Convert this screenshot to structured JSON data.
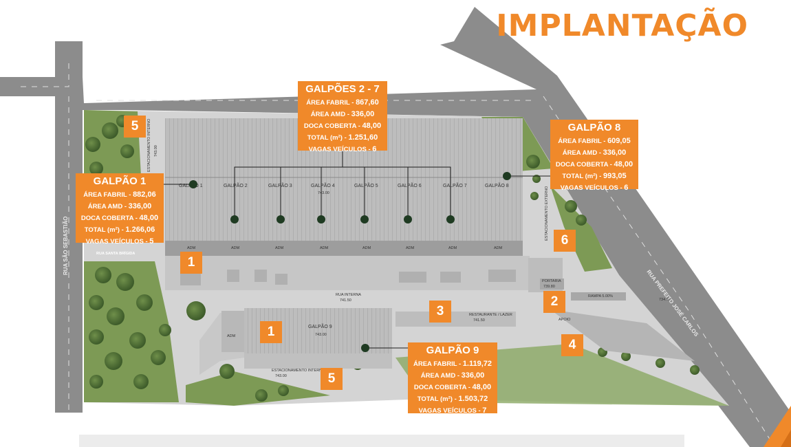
{
  "title": "IMPLANTAÇÃO",
  "streets": {
    "rua_sao_sebastiao": "RUA SÃO SEBASTIÃO",
    "rua_santa_brigida": "RUA SANTA BRÍGIDA",
    "rua_prefeito": "RUA PREFEITO JOSÉ CARLOS",
    "rua_interna": "RUA INTERNA",
    "rua_interna_level": "741.50"
  },
  "warehouse_labels": [
    "GALPÃO 1",
    "GALPÃO 2",
    "GALPÃO 3",
    "GALPÃO 4",
    "GALPÃO 5",
    "GALPÃO 6",
    "GALPÃO 7",
    "GALPÃO 8"
  ],
  "adm_label": "ADM",
  "galpao9_label": "GALPÃO 9",
  "levels": {
    "main": "743.00",
    "g9": "743.00",
    "top_left": "743.00",
    "g9_bottom": "743.00",
    "portaria": "739.80",
    "restaurant": "741.50",
    "right": "734.70"
  },
  "site_labels": {
    "estacionamento_interno": "ESTACIONAMENTO INTERNO",
    "estacionamento_externo": "ESTACIONAMENTO EXTERNO",
    "portaria": "PORTARIA",
    "restaurante": "RESTAURANTE / LAZER",
    "apoio": "APOIO",
    "rampa": "RAMPA 5.00%"
  },
  "info_boxes": {
    "galpoes_2_7": {
      "title": "GALPÕES 2 - 7",
      "rows": [
        {
          "label": "ÁREA FABRIL - ",
          "value": "867,60"
        },
        {
          "label": "ÁREA AMD - ",
          "value": "336,00"
        },
        {
          "label": "DOCA COBERTA - ",
          "value": "48,00"
        },
        {
          "label": "TOTAL (m²) - ",
          "value": "1.251,60"
        },
        {
          "label": "VAGAS VEÍCULOS - ",
          "value": "6"
        }
      ]
    },
    "galpao_1": {
      "title": "GALPÃO 1",
      "rows": [
        {
          "label": "ÁREA FABRIL - ",
          "value": "882,06"
        },
        {
          "label": "ÁREA AMD - ",
          "value": "336,00"
        },
        {
          "label": "DOCA COBERTA - ",
          "value": "48,00"
        },
        {
          "label": "TOTAL (m²) - ",
          "value": "1.266,06"
        },
        {
          "label": "VAGAS VEÍCULOS - ",
          "value": "5"
        }
      ]
    },
    "galpao_8": {
      "title": "GALPÃO 8",
      "rows": [
        {
          "label": "ÁREA FABRIL - ",
          "value": "609,05"
        },
        {
          "label": "ÁREA AMD - ",
          "value": "336,00"
        },
        {
          "label": "DOCA COBERTA - ",
          "value": "48,00"
        },
        {
          "label": "TOTAL (m²) - ",
          "value": "993,05"
        },
        {
          "label": "VAGAS VEÍCULOS - ",
          "value": "6"
        }
      ]
    },
    "galpao_9": {
      "title": "GALPÃO 9",
      "rows": [
        {
          "label": "ÁREA FABRIL - ",
          "value": "1.119,72"
        },
        {
          "label": "ÁREA AMD - ",
          "value": "336,00"
        },
        {
          "label": "DOCA COBERTA - ",
          "value": "48,00"
        },
        {
          "label": "TOTAL (m²) - ",
          "value": "1.503,72"
        },
        {
          "label": "VAGAS VEÍCULOS - ",
          "value": "7"
        }
      ]
    }
  },
  "markers": [
    "5",
    "1",
    "1",
    "5",
    "3",
    "2",
    "4",
    "6"
  ],
  "colors": {
    "accent": "#f0892a",
    "road": "#8c8c8c",
    "ground": "#d2d2d2",
    "green": "#7d9a55",
    "roof": "#b4b4b4"
  }
}
